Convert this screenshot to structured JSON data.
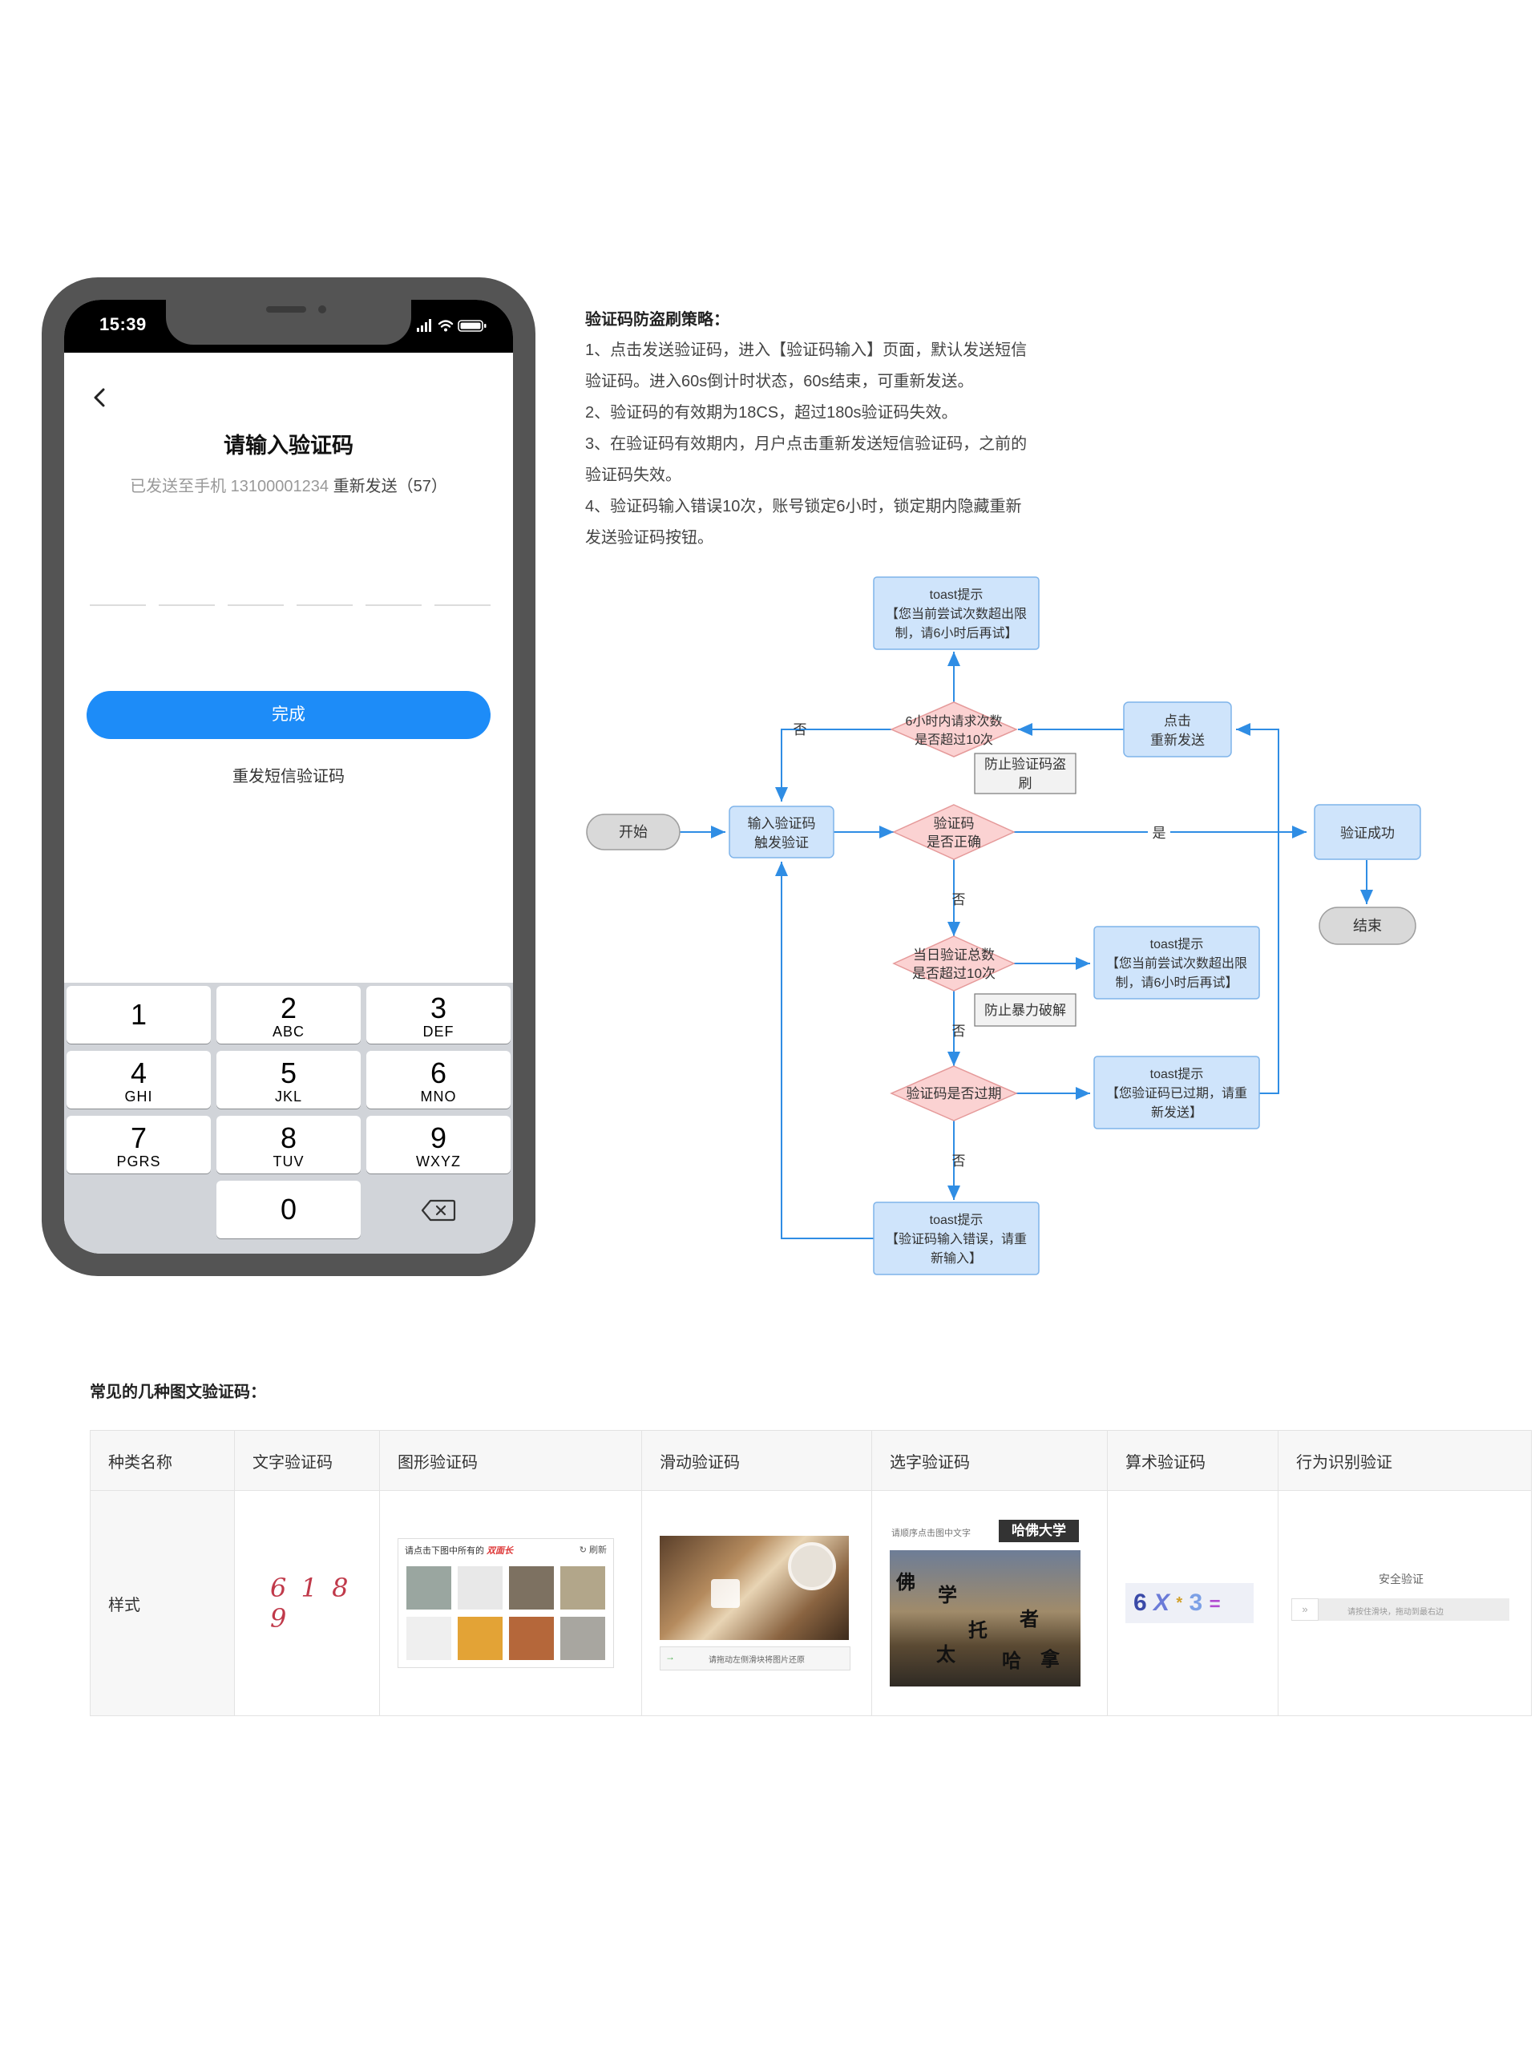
{
  "phone": {
    "status_time": "15:39",
    "back_label": "‹",
    "title": "请输入验证码",
    "subtitle_prefix": "已发送至手机 13100001234",
    "resend_countdown": "重新发送（57）",
    "done_button": "完成",
    "resend_sms": "重发短信验证码",
    "keys": [
      {
        "num": "1",
        "letters": ""
      },
      {
        "num": "2",
        "letters": "ABC"
      },
      {
        "num": "3",
        "letters": "DEF"
      },
      {
        "num": "4",
        "letters": "GHI"
      },
      {
        "num": "5",
        "letters": "JKL"
      },
      {
        "num": "6",
        "letters": "MNO"
      },
      {
        "num": "7",
        "letters": "PGRS"
      },
      {
        "num": "8",
        "letters": "TUV"
      },
      {
        "num": "9",
        "letters": "WXYZ"
      },
      {
        "num": "0",
        "letters": ""
      }
    ],
    "delete_icon": "backspace-icon"
  },
  "strategy": {
    "heading": "验证码防盗刷策略：",
    "lines": [
      "1、点击发送验证码，进入【验证码输入】页面，默认发送短信",
      "验证码。进入60s倒计时状态，60s结束，可重新发送。",
      "2、验证码的有效期为18CS，超过180s验证码失效。",
      "3、在验证码有效期内，月户点击重新发送短信验证码，之前的",
      "验证码失效。",
      "4、验证码输入错误10次，账号锁定6小时，锁定期内隐藏重新",
      "发送验证码按钮。"
    ]
  },
  "flowchart": {
    "start": "开始",
    "input_l1": "输入验证码",
    "input_l2": "触发验证",
    "correct_l1": "验证码",
    "correct_l2": "是否正确",
    "yes": "是",
    "no": "否",
    "success": "验证成功",
    "end": "结束",
    "click_resend_l1": "点击",
    "click_resend_l2": "重新发送",
    "limit6h_l1": "6小时内请求次数",
    "limit6h_l2": "是否超过10次",
    "anti_steal_l1": "防止验证码盗",
    "anti_steal_l2": "刷",
    "toast_top_l1": "toast提示",
    "toast_top_l2": "【您当前尝试次数超出限",
    "toast_top_l3": "制，请6小时后再试】",
    "daily_l1": "当日验证总数",
    "daily_l2": "是否超过10次",
    "toast_daily_l1": "toast提示",
    "toast_daily_l2": "【您当前尝试次数超出限",
    "toast_daily_l3": "制，请6小时后再试】",
    "anti_brute": "防止暴力破解",
    "expired": "验证码是否过期",
    "toast_expired_l1": "toast提示",
    "toast_expired_l2": "【您验证码已过期，请重",
    "toast_expired_l3": "新发送】",
    "toast_wrong_l1": "toast提示",
    "toast_wrong_l2": "【验证码输入错误，请重",
    "toast_wrong_l3": "新输入】"
  },
  "captcha_table": {
    "title": "常见的几种图文验证码：",
    "headers": [
      "种类名称",
      "文字验证码",
      "图形验证码",
      "滑动验证码",
      "选字验证码",
      "算术验证码",
      "行为识别验证"
    ],
    "row_label": "样式",
    "text_captcha": "6 1 8 9",
    "image_captcha_prompt": "请点击下图中所有的",
    "image_captcha_target": "双面长",
    "image_captcha_refresh": "刷新",
    "slider_hint": "请拖动左侧滑块将图片还原",
    "select_prompt": "请顺序点击图中文字",
    "select_target": "哈佛大学",
    "select_chars": [
      "佛",
      "学",
      "托",
      "者",
      "太",
      "哈",
      "拿"
    ],
    "math_expr": [
      "6",
      "X",
      "*",
      "3",
      "="
    ],
    "behavior_title": "安全验证",
    "behavior_hint": "请按住滑块，拖动到最右边"
  }
}
